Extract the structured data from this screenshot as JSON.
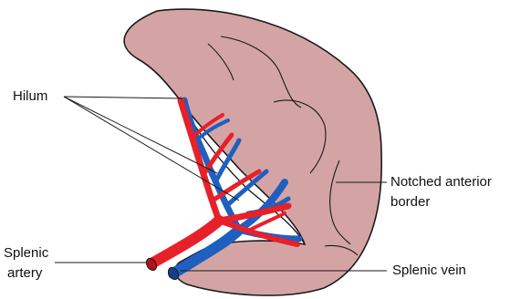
{
  "labels": {
    "hilum": "Hilum",
    "notched_border_1": "Notched anterior",
    "notched_border_2": "border",
    "splenic_artery_1": "Splenic",
    "splenic_artery_2": "artery",
    "splenic_vein": "Splenic vein"
  },
  "colors": {
    "spleen_fill": "#d4a4a4",
    "outline": "#1a1a1a",
    "artery": "#e8202a",
    "vein": "#1f5fbf"
  }
}
